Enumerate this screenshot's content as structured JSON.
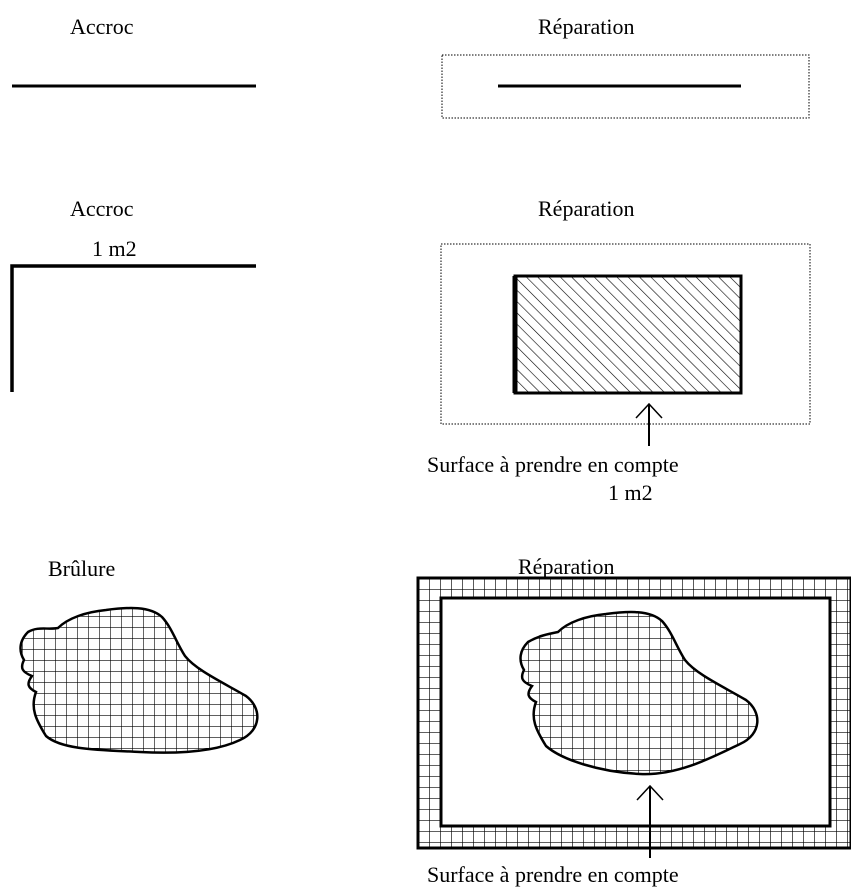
{
  "rows": [
    {
      "left_title": "Accroc",
      "right_title": "Réparation"
    },
    {
      "left_title": "Accroc",
      "left_sub": "1 m2",
      "right_title": "Réparation",
      "caption": "Surface à prendre en compte",
      "caption_sub": "1 m2"
    },
    {
      "left_title": "Brûlure",
      "right_title": "Réparation",
      "caption": "Surface à prendre en compte"
    }
  ]
}
